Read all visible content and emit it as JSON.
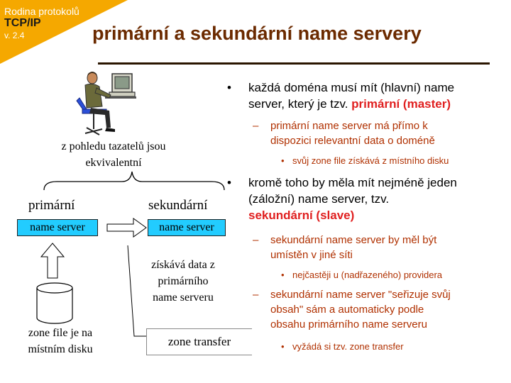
{
  "header": {
    "series": "Rodina protokolů",
    "product": "TCP/IP",
    "version": "v. 2.4",
    "title": "primární a sekundární name servery"
  },
  "diagram": {
    "pov_line1": "z pohledu tazatelů jsou",
    "pov_line2": "ekvivalentní",
    "primary_label": "primární",
    "secondary_label": "sekundární",
    "primary_box": "name server",
    "secondary_box": "name server",
    "gets_data_1": "získává data z",
    "gets_data_2": "primárního",
    "gets_data_3": "name serveru",
    "zone_file_1": "zone file je na",
    "zone_file_2": "místním disku",
    "zone_transfer": "zone transfer"
  },
  "bullets": {
    "marker1": "•",
    "marker2": "–",
    "b1_l1": "každá doména musí mít (hlavní) name",
    "b1_l2_pre": "server, který je tzv. ",
    "b1_l2_em": "primární (master)",
    "b1_s1_l1": "primární name server má přímo k",
    "b1_s1_l2": "dispozici relevantní data o doméně",
    "b1_s1_sub": "svůj zone file získává z místního disku",
    "b2_l1": "kromě toho by měla mít nejméně jeden",
    "b2_l2": "(záložní) name server, tzv.",
    "b2_l3": "sekundární (slave)",
    "b2_s1_l1": "sekundární name server by měl být",
    "b2_s1_l2": "umístěn v jiné síti",
    "b2_s1_sub": "nejčastěji u (nadřazeného) providera",
    "b2_s2_l1": "sekundární name server \"seřizuje svůj",
    "b2_s2_l2": "obsah\" sám a automaticky podle",
    "b2_s2_l3": "obsahu primárního name serveru",
    "b2_s2_sub": "vyžádá si tzv. zone transfer"
  },
  "colors": {
    "corner": "#f5a800",
    "title": "#6b2a00",
    "box_fill": "#22ccff",
    "accent_red": "#e02020",
    "sub_text": "#b03000"
  }
}
